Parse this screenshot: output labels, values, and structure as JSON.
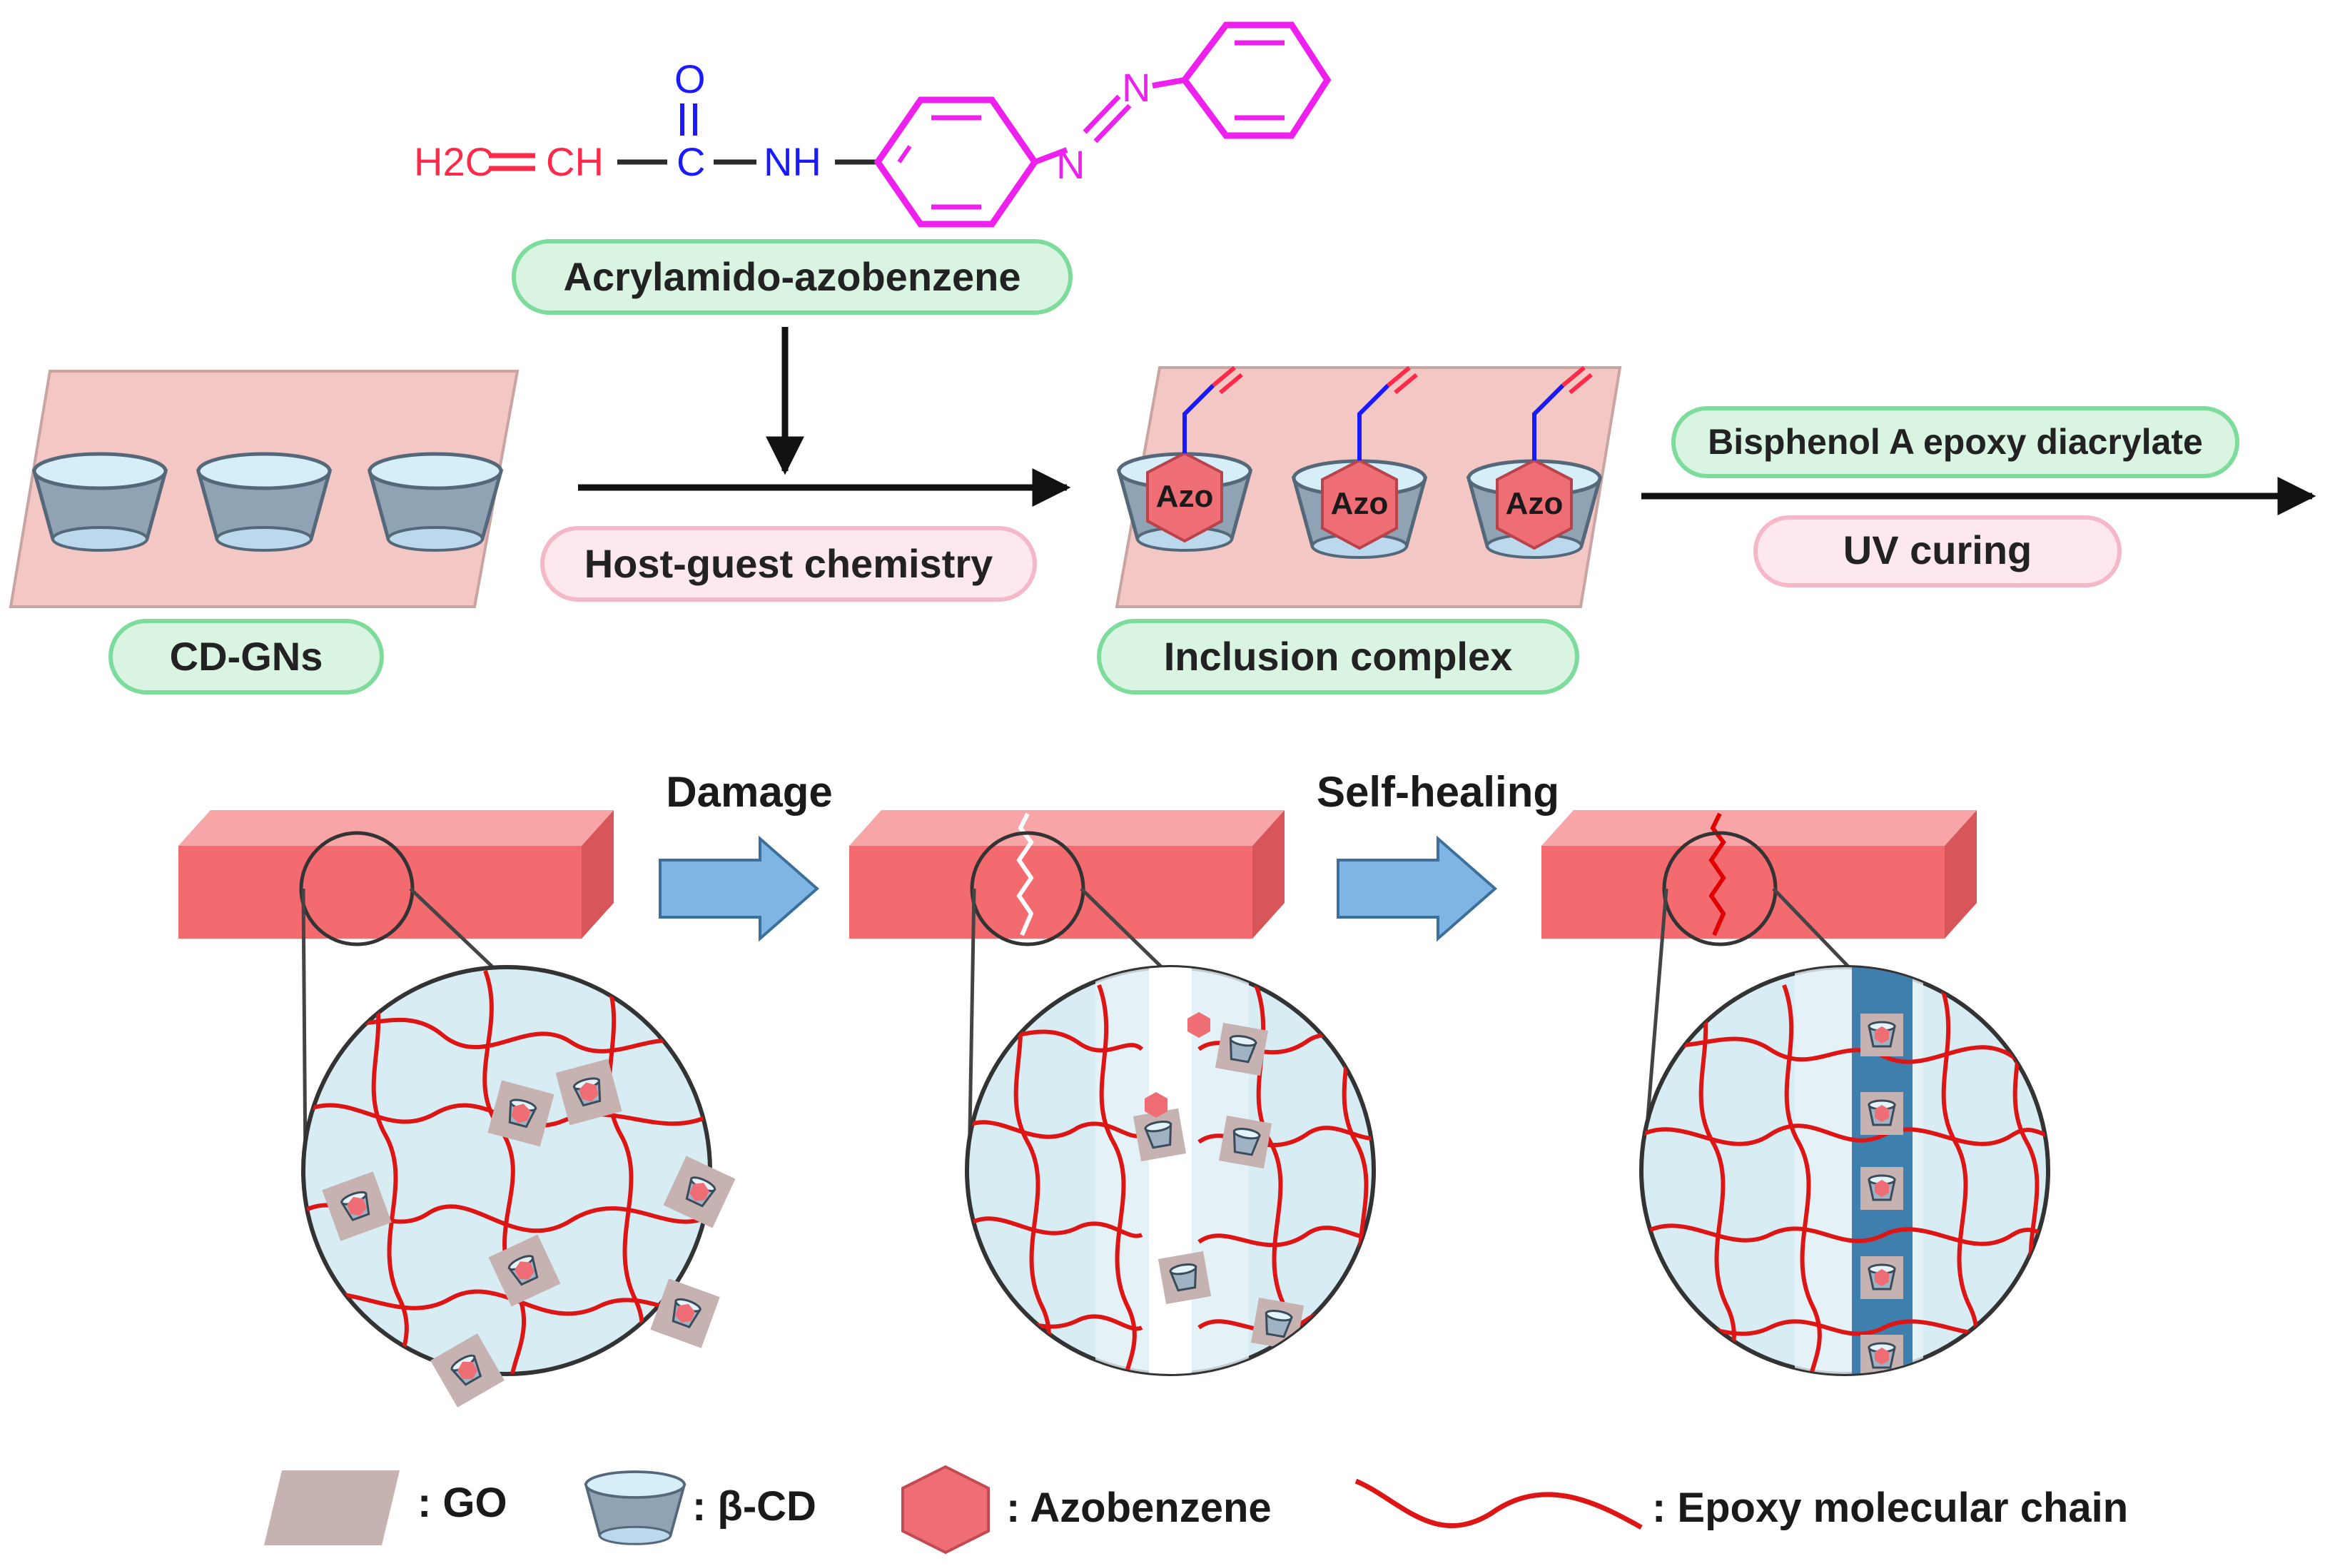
{
  "colors": {
    "substrate": "#f2c7c4",
    "pill_green_fill": "#d9f5e2",
    "pill_green_edge": "#7ddc9c",
    "pill_pink_fill": "#fde8ee",
    "pill_pink_edge": "#f4b8c8",
    "bar": "#f36b6f",
    "circle": "#d7edf3",
    "chain": "#dd1515",
    "block_arrow": "#7fb5e3",
    "healed_strip": "#3f7fad",
    "cup": "#8fa3b5",
    "hexagon": "#ef6d75",
    "go_square": "#c6b3b1",
    "vinyl": "#ff2a4a",
    "carbonyl": "#1a1aff",
    "azo_ring": "#ee20ee"
  },
  "structure": {
    "h2c": "H2C",
    "ch": "CH",
    "c": "C",
    "o": "O",
    "nh": "NH",
    "n1": "N",
    "n2": "N"
  },
  "labels": {
    "acrylamido": "Acrylamido-azobenzene",
    "cd_gns": "CD-GNs",
    "host_guest": "Host-guest chemistry",
    "inclusion": "Inclusion complex",
    "bisphenol": "Bisphenol A epoxy diacrylate",
    "uv": "UV curing",
    "azo": "Azo",
    "damage": "Damage",
    "self_healing": "Self-healing"
  },
  "icons": [
    "beta-cd-cup-icon",
    "azobenzene-hexagon-icon",
    "go-sheet-icon",
    "epoxy-chain-icon",
    "arrow-right-icon"
  ],
  "legend": {
    "go": ": GO",
    "beta_cd": ": β-CD",
    "azobenzene": ": Azobenzene",
    "epoxy": ": Epoxy molecular chain"
  }
}
